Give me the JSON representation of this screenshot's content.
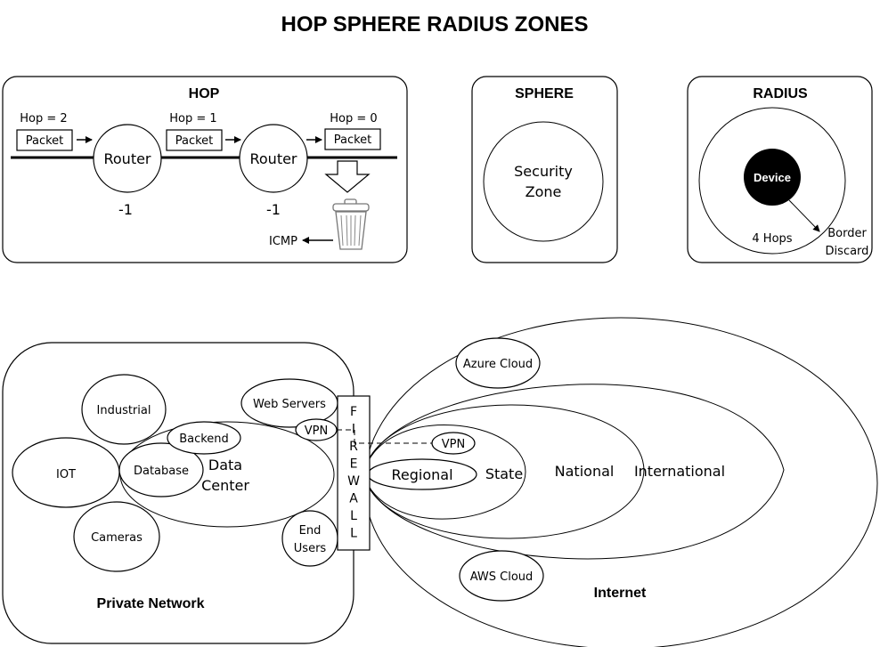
{
  "title": "HOP SPHERE RADIUS ZONES",
  "hop_panel": {
    "title": "HOP",
    "hop_labels": [
      "Hop = 2",
      "Hop = 1",
      "Hop = 0"
    ],
    "packet_label": "Packet",
    "router_label": "Router",
    "decrement_label": "-1",
    "icmp_label": "ICMP"
  },
  "sphere_panel": {
    "title": "SPHERE",
    "zone_line1": "Security",
    "zone_line2": "Zone"
  },
  "radius_panel": {
    "title": "RADIUS",
    "device_label": "Device",
    "hops_label": "4 Hops",
    "border_line1": "Border",
    "border_line2": "Discard"
  },
  "private_network": {
    "label": "Private Network",
    "industrial": "Industrial",
    "iot": "IOT",
    "cameras": "Cameras",
    "backend": "Backend",
    "database": "Database",
    "data_center_line1": "Data",
    "data_center_line2": "Center",
    "web_servers": "Web Servers",
    "vpn": "VPN",
    "end_users_line1": "End",
    "end_users_line2": "Users"
  },
  "firewall": {
    "letters": [
      "F",
      "I",
      "R",
      "E",
      "W",
      "A",
      "L",
      "L"
    ]
  },
  "internet": {
    "label": "Internet",
    "azure": "Azure Cloud",
    "aws": "AWS Cloud",
    "vpn": "VPN",
    "regional": "Regional",
    "state": "State",
    "national": "National",
    "international": "International"
  }
}
